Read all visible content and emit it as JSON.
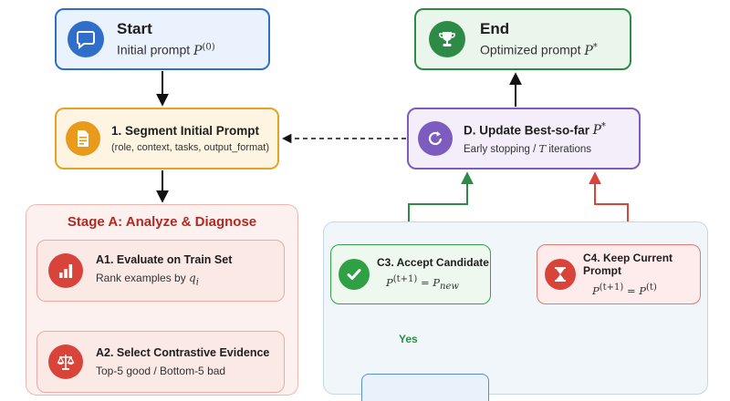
{
  "start": {
    "title": "Start",
    "subtitle_text": "Initial prompt ",
    "math_base": "P",
    "math_sup": "(0)",
    "icon": "chat-bubble-icon"
  },
  "end": {
    "title": "End",
    "subtitle_text": "Optimized prompt ",
    "math_base": "P",
    "math_sup": "*",
    "icon": "trophy-icon"
  },
  "segment": {
    "title": "1. Segment Initial Prompt",
    "subtitle": "(role, context, tasks, output_format)",
    "icon": "document-icon"
  },
  "update": {
    "title_text": "D. Update Best-so-far ",
    "math_base": "P",
    "math_sup": "*",
    "subtitle_text": "Early stopping / ",
    "subtitle_math": "T",
    "subtitle_tail": " iterations",
    "icon": "refresh-icon"
  },
  "stage_a": {
    "title": "Stage A: Analyze & Diagnose",
    "a1": {
      "title": "A1.  Evaluate on Train Set",
      "subtitle_text": "Rank examples by ",
      "math_base": "q",
      "math_sub": "i",
      "icon": "bar-chart-icon"
    },
    "a2": {
      "title": "A2.  Select Contrastive Evidence",
      "subtitle": "Top-5 good / Bottom-5 bad",
      "icon": "scales-icon"
    }
  },
  "stage_c": {
    "c3": {
      "title": "C3. Accept Candidate",
      "eq_lhs": "P",
      "eq_lhs_sup": "(t+1)",
      "eq_rhs": "P",
      "eq_rhs_sub": "new",
      "icon": "check-icon"
    },
    "c4": {
      "title": "C4. Keep Current Prompt",
      "eq_lhs": "P",
      "eq_lhs_sup": "(t+1)",
      "eq_rhs": "P",
      "eq_rhs_sup": "(t)",
      "icon": "hourglass-icon"
    },
    "yes_label": "Yes"
  },
  "colors": {
    "blue": "#2f6fc9",
    "green": "#2e8b47",
    "orange": "#e99a1a",
    "purple": "#7d5cc0",
    "red": "#d9443a"
  }
}
